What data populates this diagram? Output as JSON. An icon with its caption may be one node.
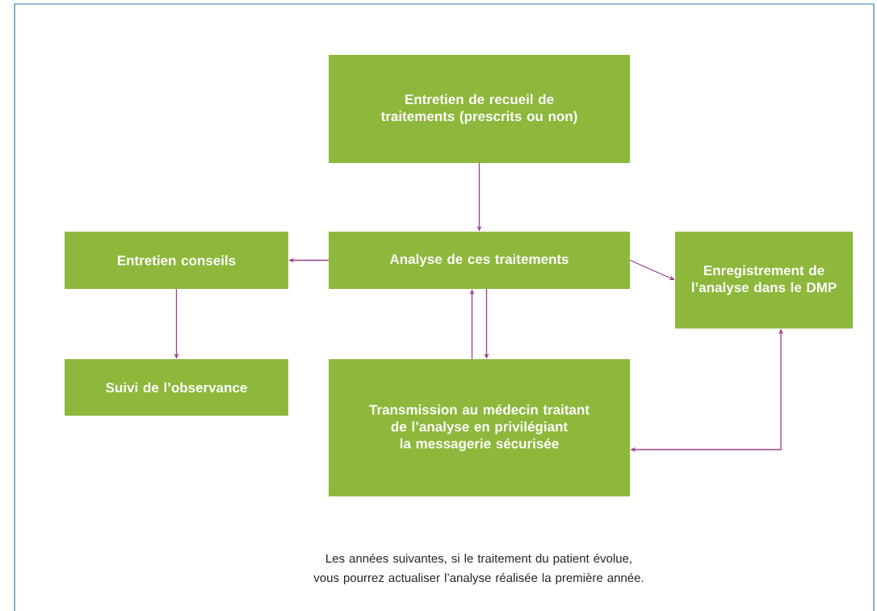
{
  "diagram": {
    "nodes": [
      {
        "text": [
          "Entretien de recueil de traitements (prescrits ou non)"
        ]
      },
      {
        "text": [
          "Analyse de ces traitements"
        ]
      },
      {
        "text": [
          "Entretien conseils"
        ]
      },
      {
        "text": [
          "Enregistrement de l’analyse dans le DMP"
        ]
      },
      {
        "text": [
          "Suivi de l’observance"
        ]
      },
      {
        "text": [
          "Transmission au médecin traitant de l’analyse en privilégiant la messagerie sécurisée"
        ]
      }
    ],
    "edges": [
      {
        "from": 0,
        "to": 1,
        "arrow": "to"
      },
      {
        "from": 1,
        "to": 2,
        "arrow": "to"
      },
      {
        "from": 1,
        "to": 3,
        "arrow": "to"
      },
      {
        "from": 2,
        "to": 4,
        "arrow": "to"
      },
      {
        "from": 5,
        "to": 1,
        "arrow": "to"
      },
      {
        "from": 1,
        "to": 5,
        "arrow": "to"
      },
      {
        "from": 5,
        "to": 3,
        "arrow": "both"
      }
    ],
    "caption": "Les années suivantes, si le traitement du patient évolue, vous pourrez actualiser l’analyse réalisée la première année."
  }
}
